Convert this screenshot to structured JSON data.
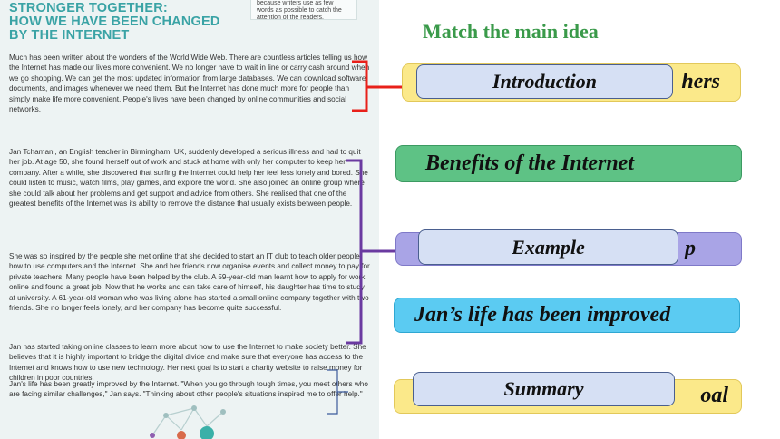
{
  "article": {
    "headline_lines": [
      "STRONGER TOGETHER:",
      "HOW WE HAVE BEEN CHANGED",
      "BY THE INTERNET"
    ],
    "note_lines": [
      "because writers use as few",
      "words as possible to catch the",
      "attention of the readers."
    ],
    "paragraphs": [
      "Much has been written about the wonders of the World Wide Web. There are countless articles telling us how the Internet has made our lives more convenient. We no longer have to wait in line or carry cash around when we go shopping. We can get the most updated information from large databases. We can download software, documents, and images whenever we need them. But the Internet has done much more for people than simply make life more convenient. People's lives have been changed by online communities and social networks.",
      "Jan Tchamani, an English teacher in Birmingham, UK, suddenly developed a serious illness and had to quit her job. At age 50, she found herself out of work and stuck at home with only her computer to keep her company. After a while, she discovered that surfing the Internet could help her feel less lonely and bored. She could listen to music, watch films, play games, and explore the world. She also joined an online group where she could talk about her problems and get support and advice from others. She realised that one of the greatest benefits of the Internet was its ability to remove the distance that usually exists between people.",
      "She was so inspired by the people she met online that she decided to start an IT club to teach older people how to use computers and the Internet. She and her friends now organise events and collect money to pay for private teachers. Many people have been helped by the club. A 59-year-old man learnt how to apply for work online and found a great job. Now that he works and can take care of himself, his daughter has time to study at university. A 61-year-old woman who was living alone has started a small online company together with two friends. She no longer feels lonely, and her company has become quite successful.",
      "Jan has started taking online classes to learn more about how to use the Internet to make society better. She believes that it is highly important to bridge the digital divide and make sure that everyone has access to the Internet and knows how to use new technology. Her next goal is to start a charity website to raise money for children in poor countries.",
      "Jan's life has been greatly improved by the Internet. \"When you go through tough times, you meet others who are facing similar challenges,\" Jan says. \"Thinking about other people's situations inspired me to offer help.\""
    ]
  },
  "exercise": {
    "title": "Match the main idea",
    "boxes": [
      {
        "text": "hers",
        "bg": "#fbe98a",
        "border": "#e2c85a"
      },
      {
        "text": "Benefits of the Internet",
        "bg": "#5ec285",
        "border": "#3c9a62"
      },
      {
        "text": "p",
        "bg": "#a9a4e6",
        "border": "#7f79c8"
      },
      {
        "text": "Jan’s life has been improved",
        "bg": "#5bcbf2",
        "border": "#2fa7d2"
      },
      {
        "text": "oal",
        "bg": "#fbe98a",
        "border": "#e2c85a"
      }
    ],
    "overlays": [
      "Introduction",
      "Example",
      "Summary"
    ]
  },
  "colors": {
    "bracket_red": "#e8201a",
    "bracket_purple": "#6a3aa0",
    "bracket_blue": "#3b5a9a",
    "headline": "#3aa3a5",
    "title_green": "#3a9a4a"
  }
}
